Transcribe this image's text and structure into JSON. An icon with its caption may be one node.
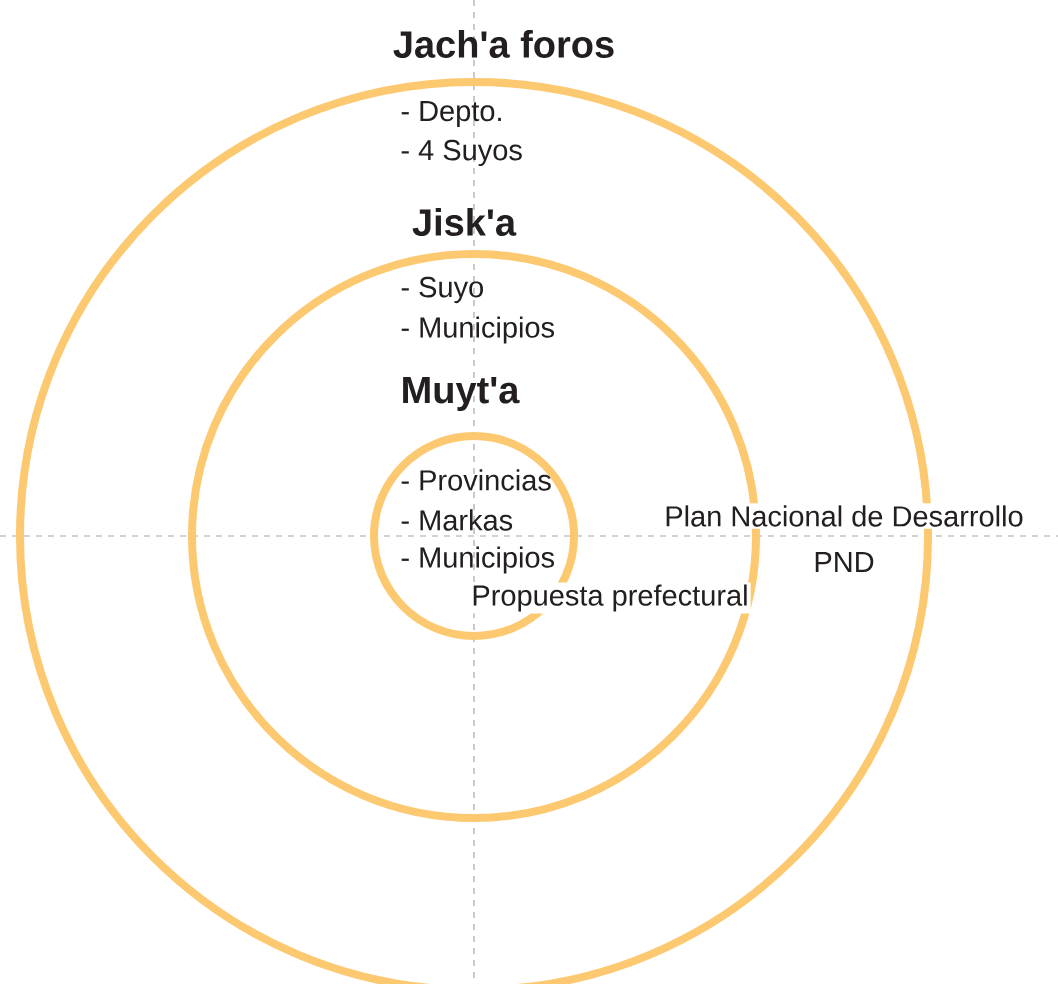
{
  "diagram": {
    "nodes": [
      {
        "text": [
          "Jach'a foros",
          "- Depto.",
          "- 4 Suyos"
        ]
      },
      {
        "text": [
          "Jisk'a",
          "- Suyo",
          "- Municipios"
        ],
        "in": 0
      },
      {
        "text": [
          "Muyt'a",
          "- Provincias",
          "- Markas",
          "- Municipios"
        ],
        "in": 1
      }
    ],
    "edges": [],
    "labels": [
      "Plan Nacional de Desarrollo",
      "PND",
      "Propuesta prefectural"
    ]
  }
}
